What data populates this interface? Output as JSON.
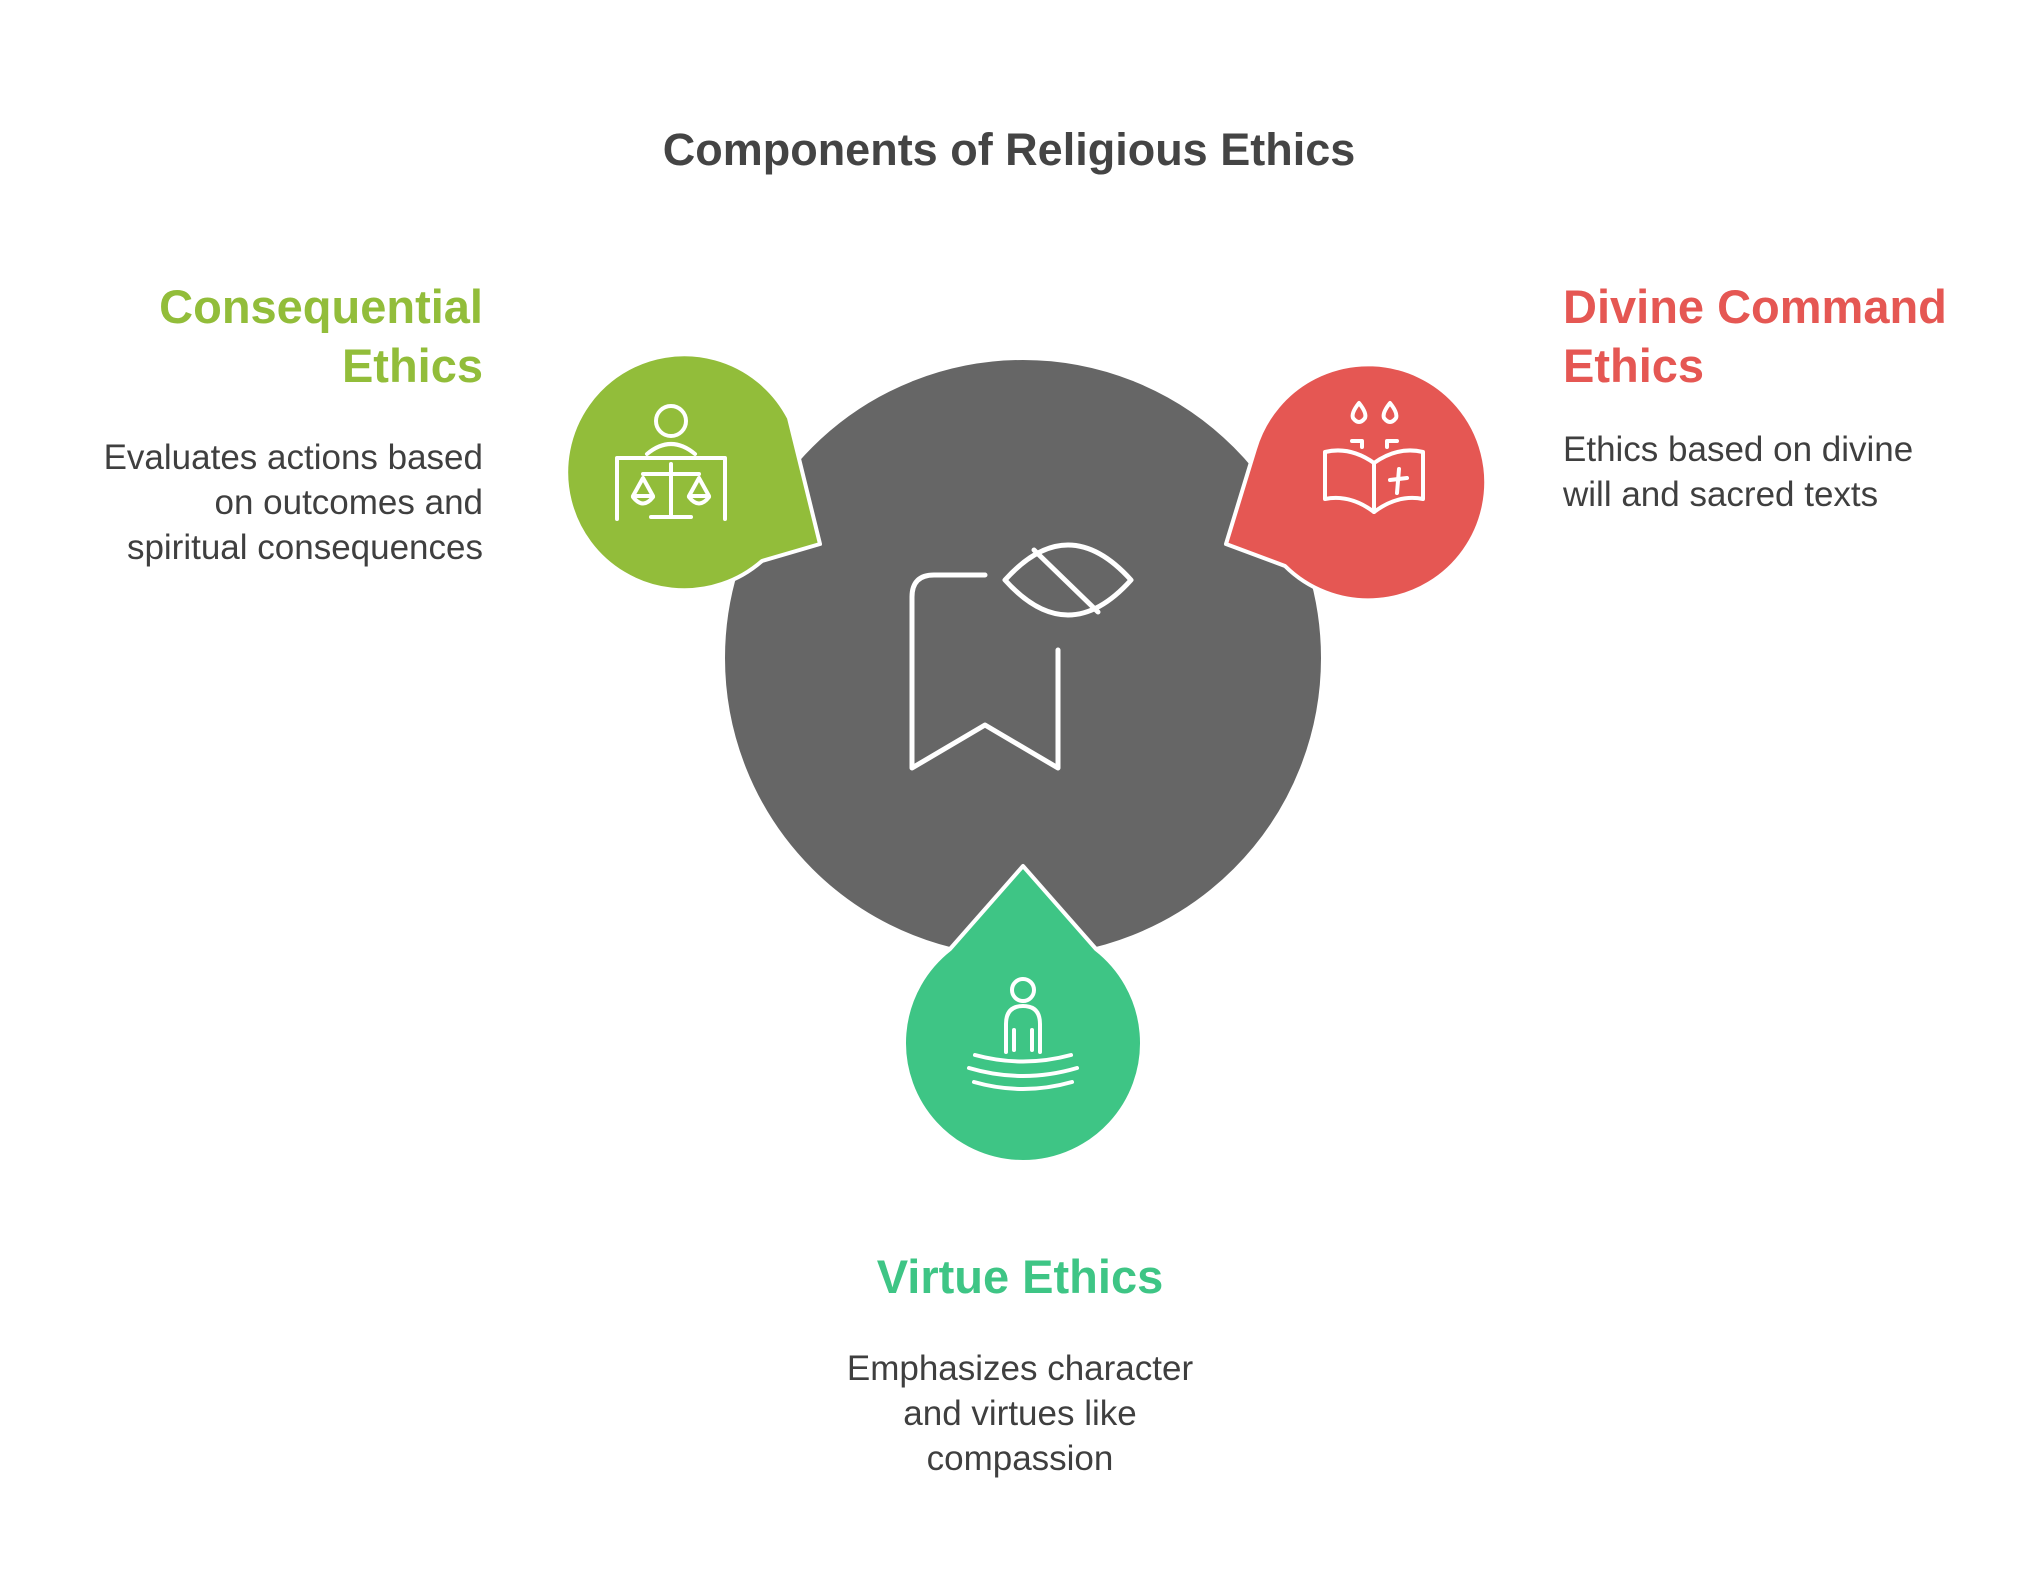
{
  "title": "Components of Religious Ethics",
  "center": {
    "icon": "bookmark-eye-icon",
    "color": "#666666"
  },
  "items": [
    {
      "heading_lines": [
        "Consequential",
        "Ethics"
      ],
      "description_lines": [
        "Evaluates actions based",
        "on outcomes and",
        "spiritual consequences"
      ],
      "icon": "judge-scales-icon",
      "color": "#92bd3a"
    },
    {
      "heading_lines": [
        "Divine Command",
        "Ethics"
      ],
      "description_lines": [
        "Ethics based on divine",
        "will and sacred texts"
      ],
      "icon": "holy-book-candles-icon",
      "color": "#e55753"
    },
    {
      "heading_lines": [
        "Virtue Ethics"
      ],
      "description_lines": [
        "Emphasizes character",
        "and virtues like",
        "compassion"
      ],
      "icon": "meditation-person-icon",
      "color": "#3ec585"
    }
  ]
}
